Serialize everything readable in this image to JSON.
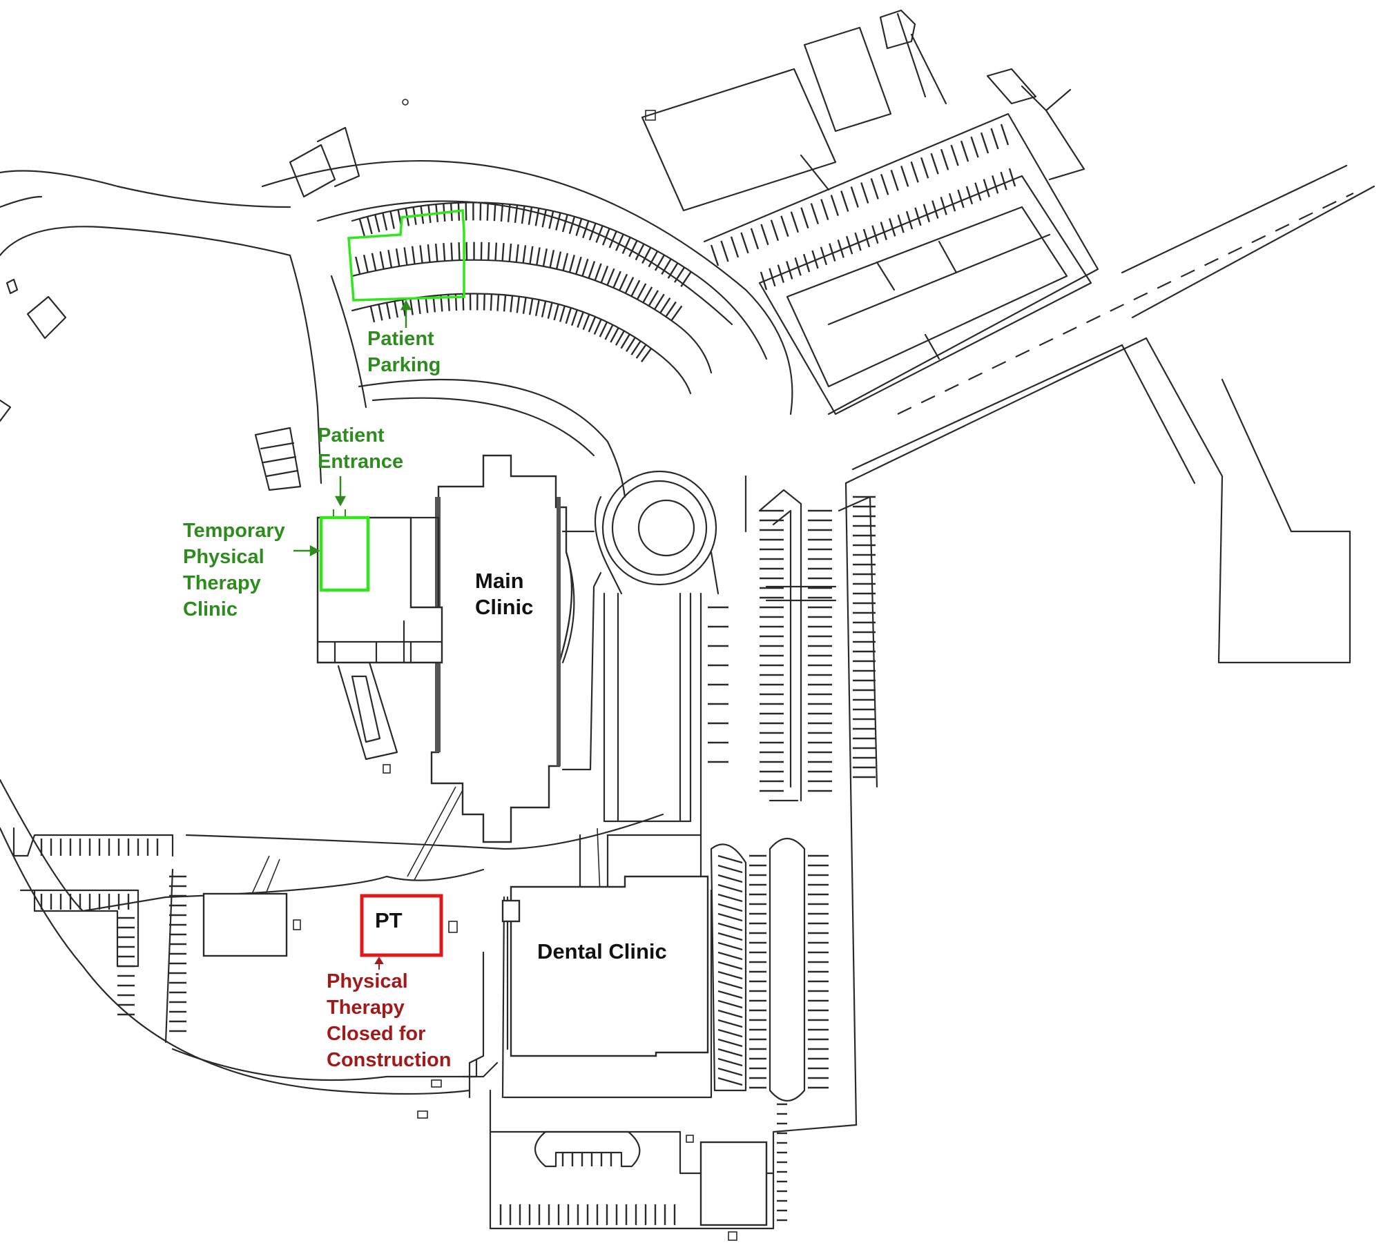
{
  "colors": {
    "line": "#2a2a2a",
    "highlight_green": "#2ee81a",
    "label_green": "#2e8b1e",
    "highlight_red": "#e01818",
    "label_red": "#a01a1a"
  },
  "labels": {
    "patient_parking": "Patient\nParking",
    "patient_entrance": "Patient\nEntrance",
    "temporary_pt_clinic": "Temporary\nPhysical\nTherapy\nClinic",
    "main_clinic": "Main\nClinic",
    "pt": "PT",
    "dental_clinic": "Dental Clinic",
    "pt_closed": "Physical\nTherapy\nClosed for\nConstruction"
  }
}
